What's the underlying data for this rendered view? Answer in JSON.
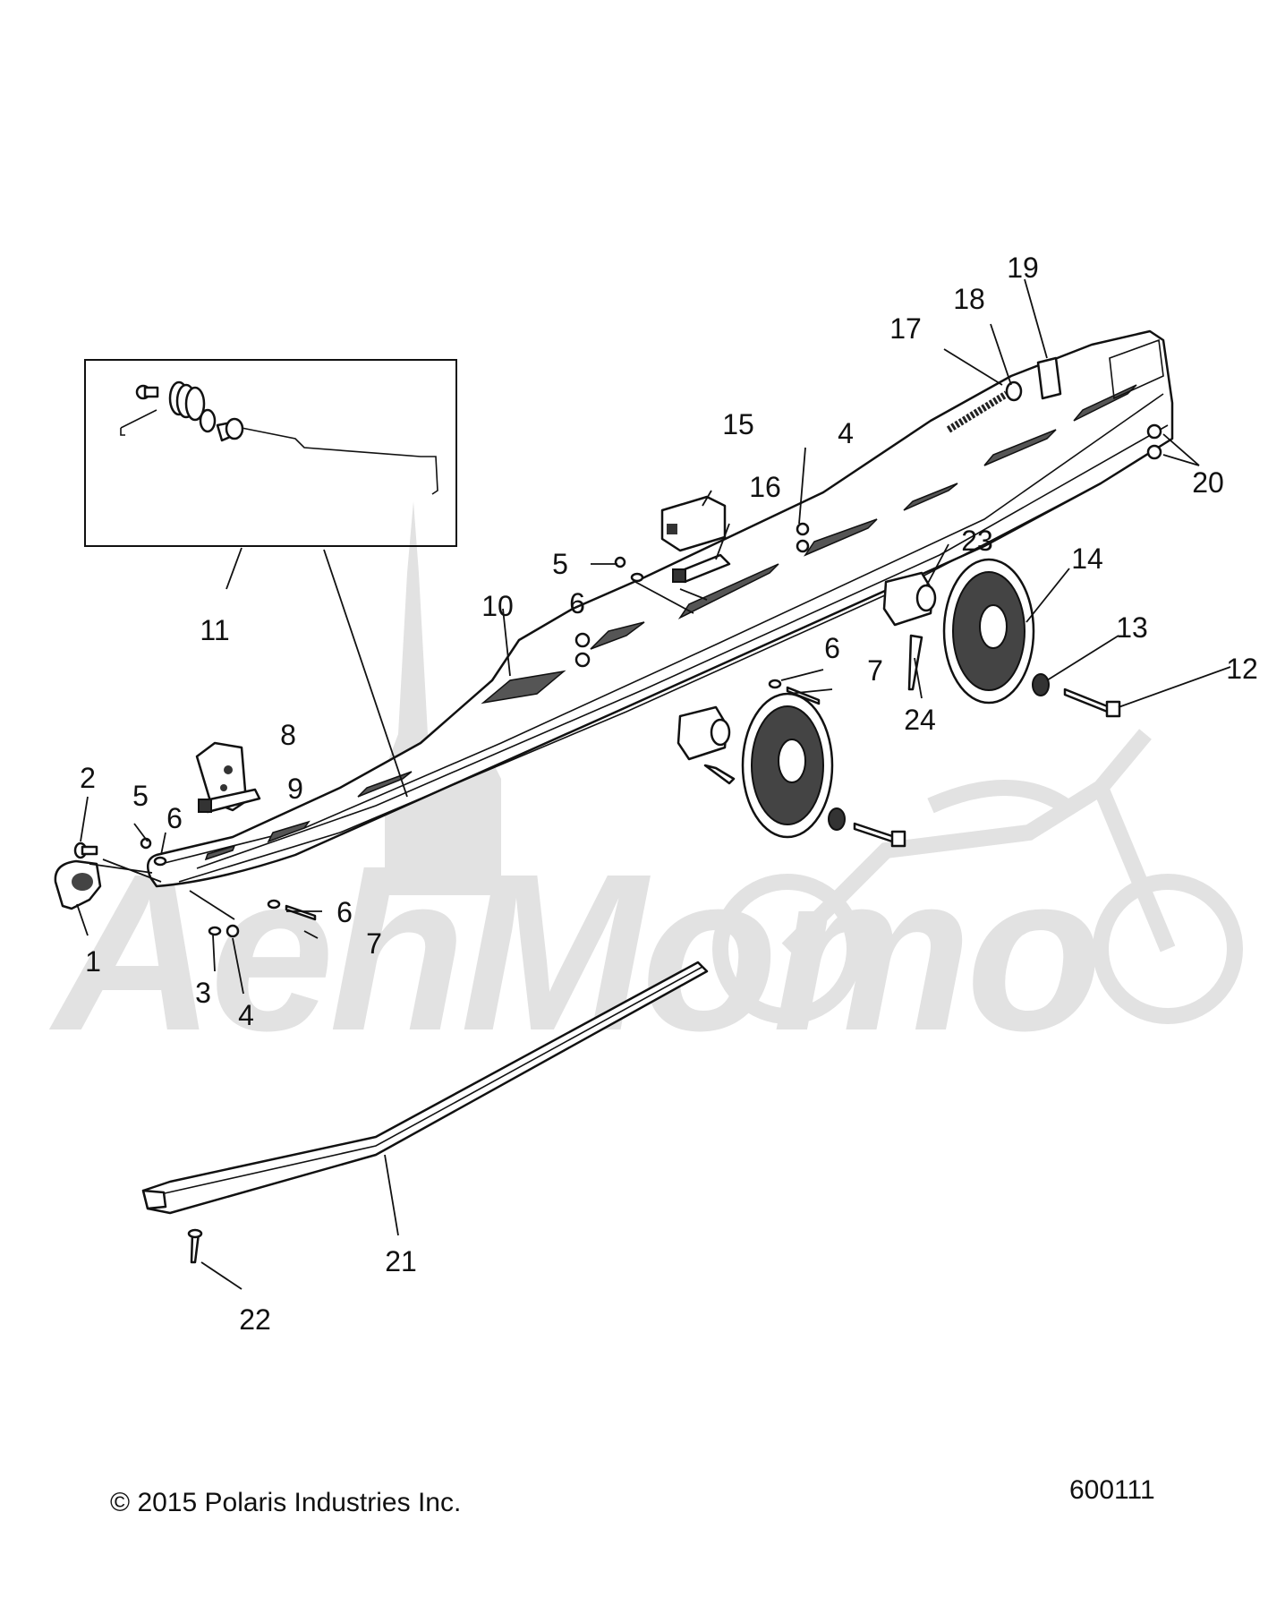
{
  "callouts": [
    {
      "id": "1",
      "label": "1"
    },
    {
      "id": "2",
      "label": "2"
    },
    {
      "id": "3",
      "label": "3"
    },
    {
      "id": "4a",
      "label": "4"
    },
    {
      "id": "4b",
      "label": "4"
    },
    {
      "id": "5a",
      "label": "5"
    },
    {
      "id": "5b",
      "label": "5"
    },
    {
      "id": "6a",
      "label": "6"
    },
    {
      "id": "6b",
      "label": "6"
    },
    {
      "id": "6c",
      "label": "6"
    },
    {
      "id": "6d",
      "label": "6"
    },
    {
      "id": "7a",
      "label": "7"
    },
    {
      "id": "7b",
      "label": "7"
    },
    {
      "id": "8",
      "label": "8"
    },
    {
      "id": "9",
      "label": "9"
    },
    {
      "id": "10",
      "label": "10"
    },
    {
      "id": "11",
      "label": "11"
    },
    {
      "id": "12",
      "label": "12"
    },
    {
      "id": "13",
      "label": "13"
    },
    {
      "id": "14",
      "label": "14"
    },
    {
      "id": "15",
      "label": "15"
    },
    {
      "id": "16",
      "label": "16"
    },
    {
      "id": "17",
      "label": "17"
    },
    {
      "id": "18",
      "label": "18"
    },
    {
      "id": "19",
      "label": "19"
    },
    {
      "id": "20",
      "label": "20"
    },
    {
      "id": "21",
      "label": "21"
    },
    {
      "id": "22",
      "label": "22"
    },
    {
      "id": "23",
      "label": "23"
    },
    {
      "id": "24",
      "label": "24"
    }
  ],
  "footer": {
    "copyright": "© 2015 Polaris Industries Inc.",
    "drawing_number": "600111"
  },
  "watermark": {
    "text": "AehMomo"
  }
}
